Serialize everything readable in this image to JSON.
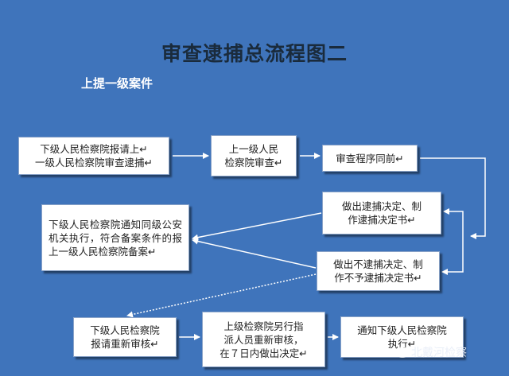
{
  "title": "审查逮捕总流程图二",
  "subtitle": "上提一级案件",
  "boxes": {
    "b1": [
      "下级人民检察院报请上↵",
      "一级人民检察院审查逮捕↵"
    ],
    "b2": [
      "上一级人民",
      "检察院审查↵"
    ],
    "b3": [
      "审查程序同前↵"
    ],
    "b4": [
      "做出逮捕决定、制",
      "作逮捕决定书↵"
    ],
    "b5": [
      "下级人民检察院通知同级公安机关执行，符合备案条件的报上一级人民检察院备案↵"
    ],
    "b6": [
      "做出不逮捕决定、制",
      "作不予逮捕决定书↵"
    ],
    "b7": [
      "下级人民检察院",
      "报请重新审核↵"
    ],
    "b8": [
      "上级检察院另行指",
      "派人员重新审核，",
      "在７日内做出决定↵"
    ],
    "b9": [
      "通知下级人民检察院",
      "执行↵"
    ]
  },
  "watermark": "北戴河检察",
  "colors": {
    "background": "#3f74bb",
    "box": "#ffffff",
    "line": "#ffffff"
  }
}
